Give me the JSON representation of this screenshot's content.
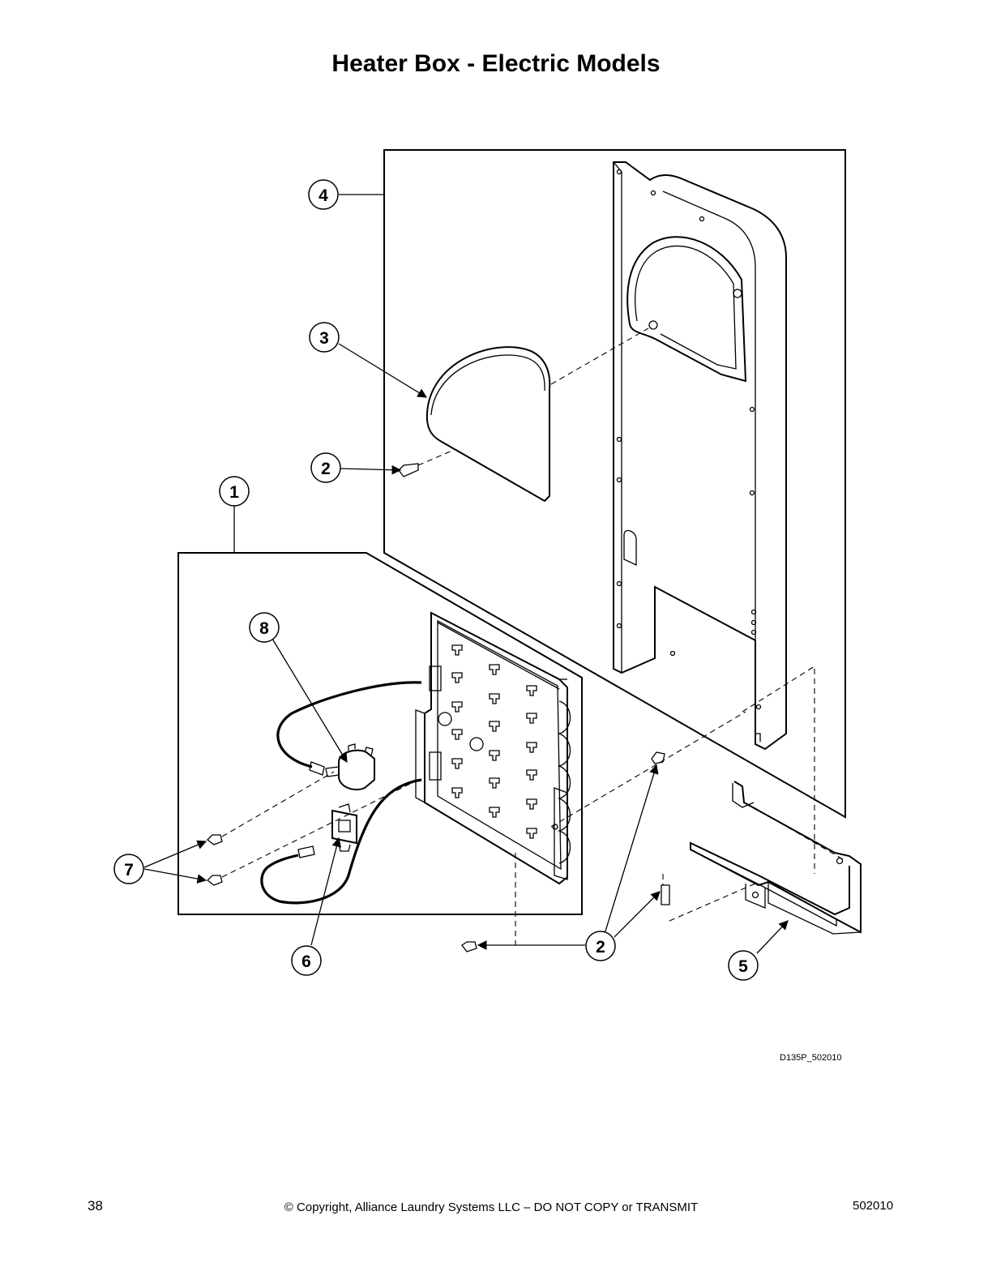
{
  "title": "Heater Box - Electric Models",
  "callouts": [
    {
      "id": "callout-1",
      "label": "1"
    },
    {
      "id": "callout-2a",
      "label": "2"
    },
    {
      "id": "callout-2b",
      "label": "2"
    },
    {
      "id": "callout-3",
      "label": "3"
    },
    {
      "id": "callout-4",
      "label": "4"
    },
    {
      "id": "callout-5",
      "label": "5"
    },
    {
      "id": "callout-6",
      "label": "6"
    },
    {
      "id": "callout-7",
      "label": "7"
    },
    {
      "id": "callout-8",
      "label": "8"
    }
  ],
  "drawing_id": "D135P_502010",
  "footer": {
    "page_number": "38",
    "copyright": "© Copyright, Alliance Laundry Systems LLC – DO NOT COPY or TRANSMIT",
    "doc_number": "502010"
  }
}
